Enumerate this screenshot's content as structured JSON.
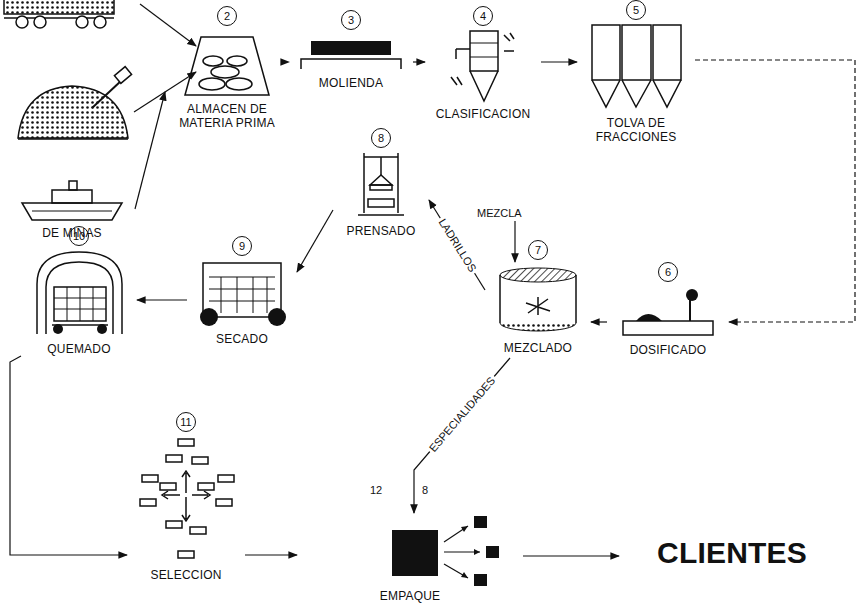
{
  "diagram": {
    "nodes": [
      {
        "text": [
          "DE MINAS"
        ]
      },
      {
        "text": [
          "2",
          "ALMACEN DE MATERIA PRIMA"
        ]
      },
      {
        "text": [
          "3",
          "MOLIENDA"
        ]
      },
      {
        "text": [
          "4",
          "CLASIFICACION"
        ]
      },
      {
        "text": [
          "5",
          "TOLVA DE FRACCIONES"
        ]
      },
      {
        "text": [
          "6",
          "DOSIFICADO"
        ]
      },
      {
        "text": [
          "7",
          "MEZCLADO"
        ]
      },
      {
        "text": [
          "8",
          "PRENSADO"
        ]
      },
      {
        "text": [
          "9",
          "SECADO"
        ]
      },
      {
        "text": [
          "10",
          "QUEMADO"
        ]
      },
      {
        "text": [
          "11",
          "SELECCION"
        ]
      },
      {
        "text": [
          "EMPAQUE"
        ]
      },
      {
        "text": [
          "CLIENTES"
        ]
      }
    ],
    "edges": [
      {
        "from": 0,
        "to": 1,
        "arrow": "to"
      },
      {
        "from": 1,
        "to": 2,
        "arrow": "to"
      },
      {
        "from": 2,
        "to": 3,
        "arrow": "to"
      },
      {
        "from": 3,
        "to": 4,
        "arrow": "to"
      },
      {
        "from": 4,
        "to": 5,
        "arrow": "to"
      },
      {
        "from": 5,
        "to": 6,
        "arrow": "to"
      },
      {
        "from": 6,
        "to": 7,
        "label": "LADRILLOS",
        "arrow": "to"
      },
      {
        "from": 7,
        "to": 8,
        "arrow": "to"
      },
      {
        "from": 8,
        "to": 9,
        "arrow": "to"
      },
      {
        "from": 9,
        "to": 10,
        "arrow": "to"
      },
      {
        "from": 10,
        "to": 11,
        "arrow": "to"
      },
      {
        "from": 6,
        "to": 11,
        "label": "ESPECIALIDADES",
        "arrow": "to"
      },
      {
        "from": 11,
        "to": 12,
        "arrow": "to"
      }
    ],
    "labels": [
      "MEZCLA",
      "12",
      "8"
    ]
  }
}
